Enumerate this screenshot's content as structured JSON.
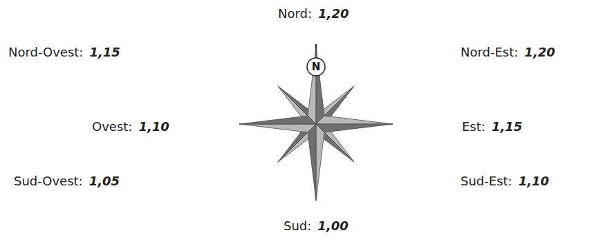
{
  "diagram": {
    "nodes": [
      {
        "text": [
          "N"
        ]
      }
    ],
    "labels": [
      "Nord:",
      "1,20",
      "Nord-Ovest:",
      "1,15",
      "Nord-Est:",
      "1,20",
      "Ovest:",
      "1,10",
      "Est:",
      "1,15",
      "Sud-Ovest:",
      "1,05",
      "Sud-Est:",
      "1,10",
      "Sud:",
      "1,00"
    ]
  }
}
